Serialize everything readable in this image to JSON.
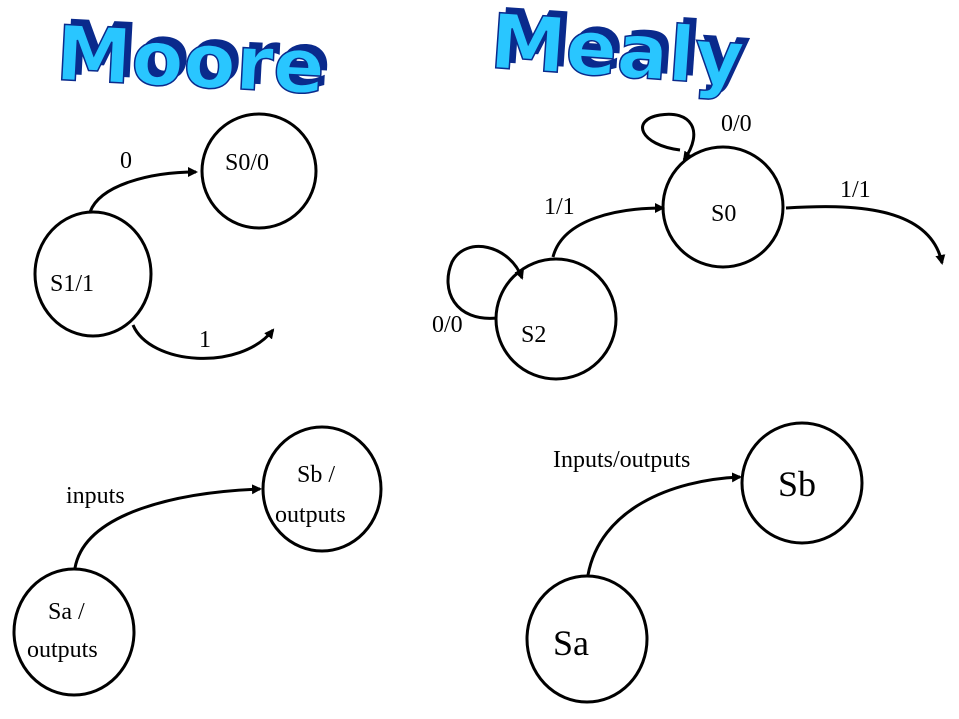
{
  "titles": {
    "moore": "Moore",
    "mealy": "Mealy",
    "fill_color": "#29c6ff",
    "shadow_color": "#0a2a8c"
  },
  "moore": {
    "states": {
      "s0": "S0/0",
      "s1": "S1/1"
    },
    "transitions": {
      "s1_to_s0": "0",
      "s1_out": "1"
    },
    "generic": {
      "sa_line1": "Sa /",
      "sa_line2": "outputs",
      "sb_line1": "Sb /",
      "sb_line2": "outputs",
      "edge_label": "inputs"
    }
  },
  "mealy": {
    "states": {
      "s0": "S0",
      "s2": "S2"
    },
    "transitions": {
      "s0_self": "0/0",
      "s0_out": "1/1",
      "s2_to_s0": "1/1",
      "s2_self": "0/0"
    },
    "generic": {
      "sa": "Sa",
      "sb": "Sb",
      "edge_label": "Inputs/outputs"
    }
  }
}
